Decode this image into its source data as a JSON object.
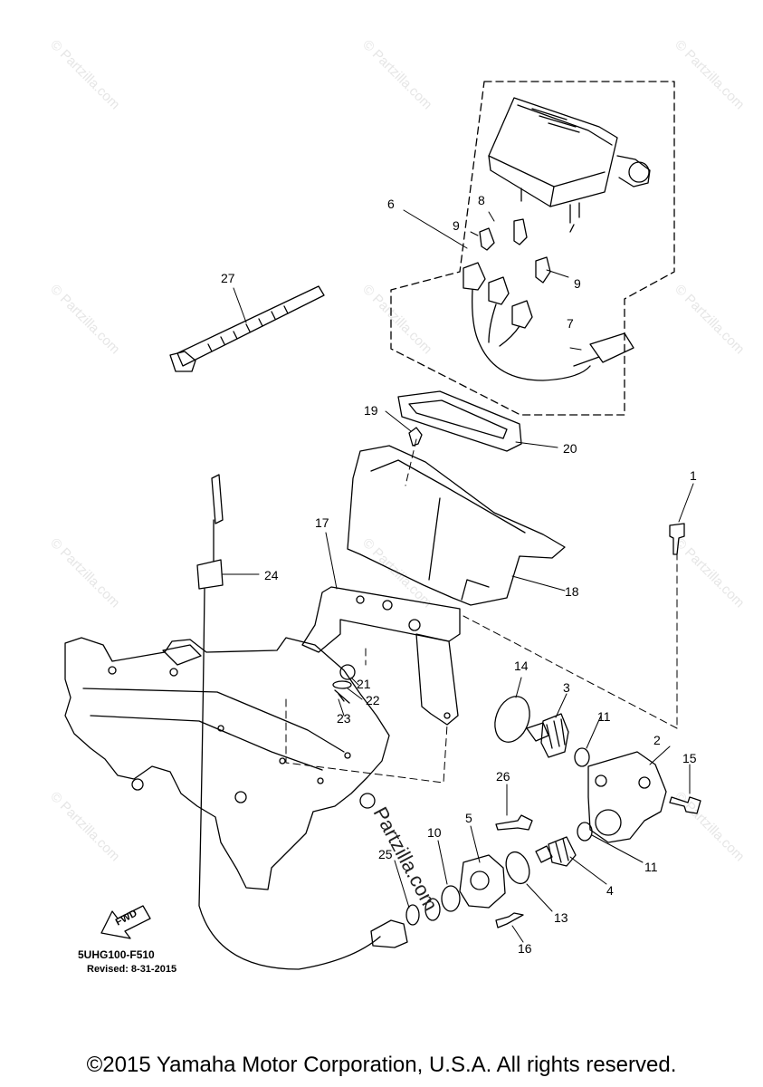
{
  "diagram": {
    "callouts": [
      {
        "id": "c1",
        "label": "1"
      },
      {
        "id": "c2",
        "label": "2"
      },
      {
        "id": "c3",
        "label": "3"
      },
      {
        "id": "c4",
        "label": "4"
      },
      {
        "id": "c5",
        "label": "5"
      },
      {
        "id": "c6",
        "label": "6"
      },
      {
        "id": "c7",
        "label": "7"
      },
      {
        "id": "c8",
        "label": "8"
      },
      {
        "id": "c9a",
        "label": "9"
      },
      {
        "id": "c9b",
        "label": "9"
      },
      {
        "id": "c10",
        "label": "10"
      },
      {
        "id": "c11a",
        "label": "11"
      },
      {
        "id": "c11b",
        "label": "11"
      },
      {
        "id": "c13",
        "label": "13"
      },
      {
        "id": "c14",
        "label": "14"
      },
      {
        "id": "c15",
        "label": "15"
      },
      {
        "id": "c16",
        "label": "16"
      },
      {
        "id": "c17",
        "label": "17"
      },
      {
        "id": "c18",
        "label": "18"
      },
      {
        "id": "c19",
        "label": "19"
      },
      {
        "id": "c20",
        "label": "20"
      },
      {
        "id": "c21",
        "label": "21"
      },
      {
        "id": "c22",
        "label": "22"
      },
      {
        "id": "c23",
        "label": "23"
      },
      {
        "id": "c24",
        "label": "24"
      },
      {
        "id": "c25",
        "label": "25"
      },
      {
        "id": "c26",
        "label": "26"
      },
      {
        "id": "c27",
        "label": "27"
      }
    ],
    "fwd_label": "FWD",
    "diagram_code": "5UHG100-F510",
    "revised": "Revised: 8-31-2015",
    "watermark": "© Partzilla.com",
    "watermark_center": "Partzilla.com"
  },
  "footer": {
    "copyright": "©2015 Yamaha Motor Corporation, U.S.A. All rights reserved."
  }
}
